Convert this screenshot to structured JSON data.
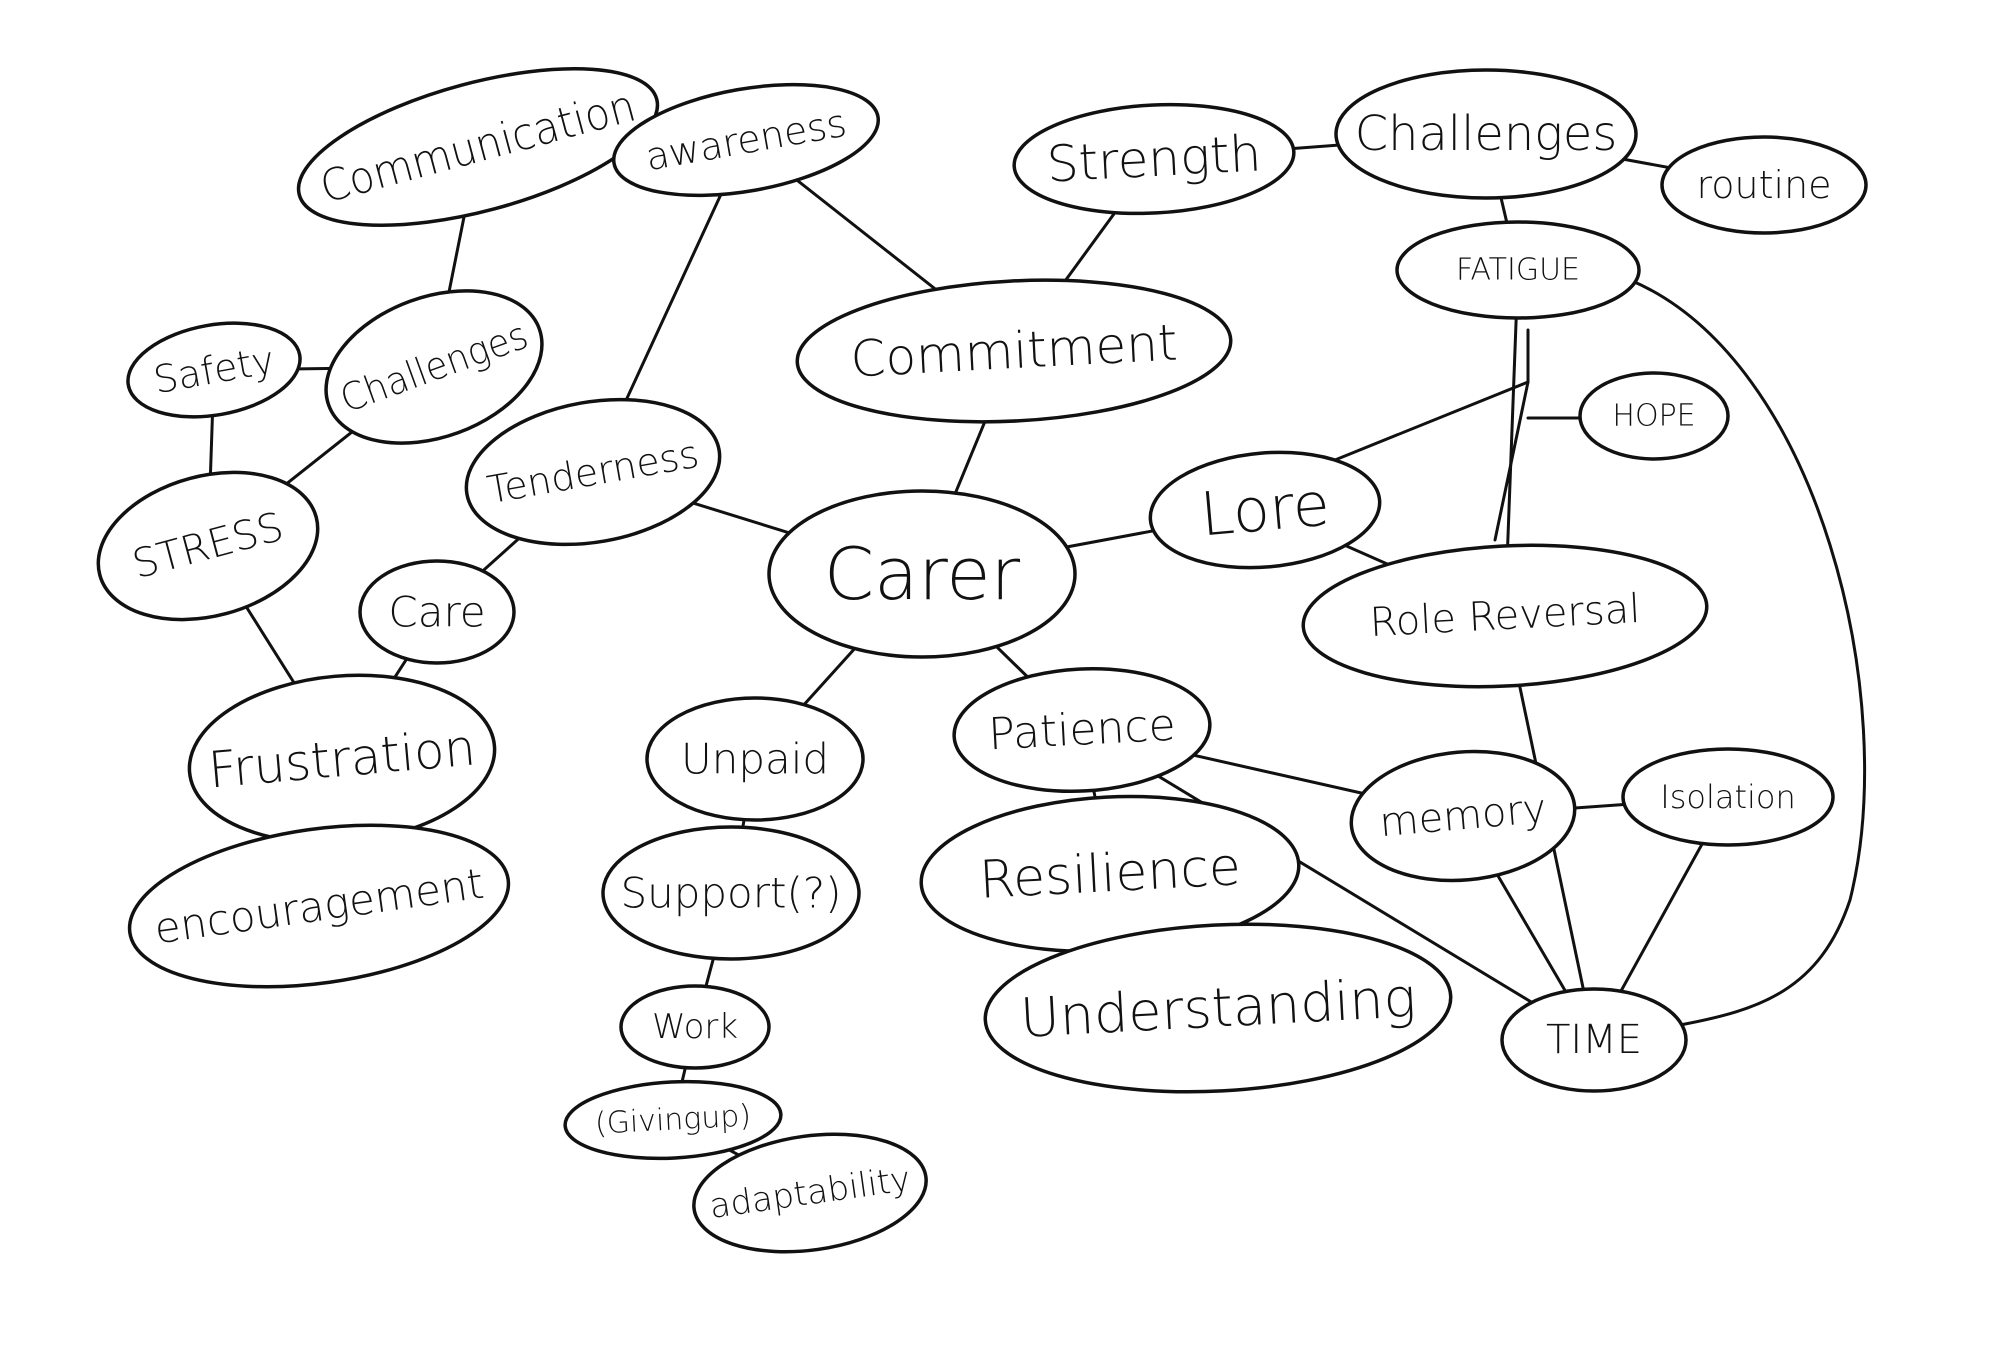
{
  "title": "Carer mind map",
  "nodes": {
    "carer": "Carer",
    "communication": "Communication",
    "awareness": "awareness",
    "strength": "Strength",
    "challenges_top": "Challenges",
    "routine": "routine",
    "fatigue": "FATIGUE",
    "commitment": "Commitment",
    "safety": "Safety",
    "challenges_left": "Challenges",
    "hope": "HOPE",
    "tenderness": "Tenderness",
    "love": "Lore",
    "stress": "STRESS",
    "care": "Care",
    "role_reversal": "Role Reversal",
    "frustration": "Frustration",
    "unpaid": "Unpaid",
    "patience": "Patience",
    "memory": "memory",
    "isolation": "Isolation",
    "support": "Support(?)",
    "resilience": "Resilience",
    "encouragement": "encouragement",
    "work": "Work",
    "understanding": "Understanding",
    "time": "TIME",
    "givingup": "(Givingup)",
    "adaptability": "adaptability"
  }
}
